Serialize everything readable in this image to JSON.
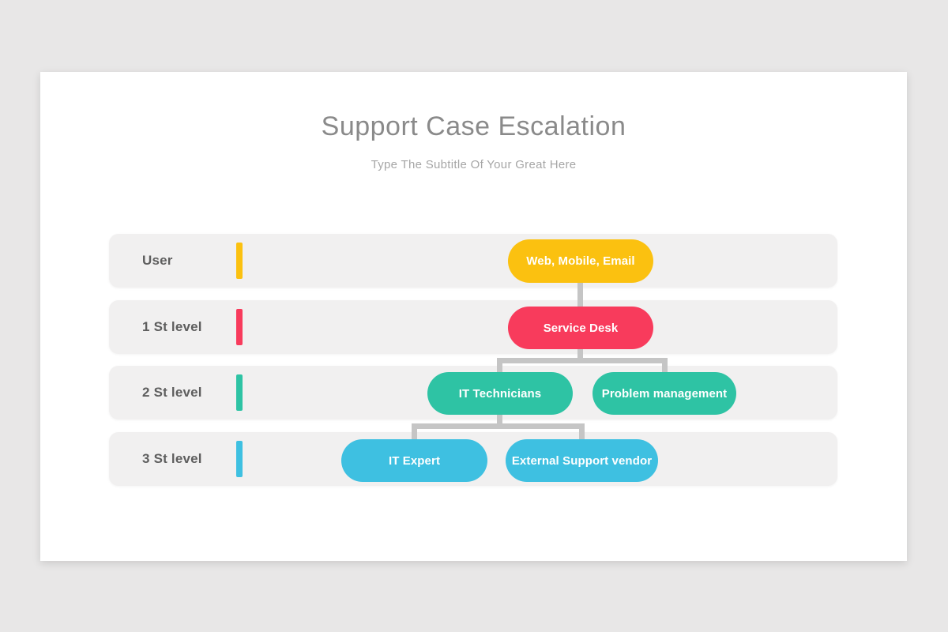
{
  "slide": {
    "title": "Support Case Escalation",
    "subtitle": "Type The Subtitle Of Your Great Here"
  },
  "colors": {
    "page_bg": "#E8E7E7",
    "slide_bg": "#FFFFFF",
    "lane_bg": "#F1F0F0",
    "connector": "#C5C5C5",
    "yellow": "#FBC110",
    "pink": "#F83B5C",
    "teal": "#2EC3A4",
    "cyan": "#3EC0E1",
    "title_text": "#8A8A8A",
    "subtitle_text": "#A6A6A6",
    "lane_label_text": "#5E5E5E"
  },
  "lanes": [
    {
      "label": "User"
    },
    {
      "label": "1 St level"
    },
    {
      "label": "2 St level"
    },
    {
      "label": "3 St level"
    }
  ],
  "nodes": {
    "web_mobile_email": {
      "label": "Web, Mobile, Email",
      "lane": "User",
      "parent": null
    },
    "service_desk": {
      "label": "Service Desk",
      "lane": "1 St level",
      "parent": "web_mobile_email"
    },
    "it_technicians": {
      "label": "IT Technicians",
      "lane": "2 St level",
      "parent": "service_desk"
    },
    "problem_management": {
      "label": "Problem management",
      "lane": "2 St level",
      "parent": "service_desk"
    },
    "it_expert": {
      "label": "IT Expert",
      "lane": "3 St level",
      "parent": "it_technicians"
    },
    "external_support_vendor": {
      "label": "External Support vendor",
      "lane": "3 St level",
      "parent": "it_technicians"
    }
  }
}
